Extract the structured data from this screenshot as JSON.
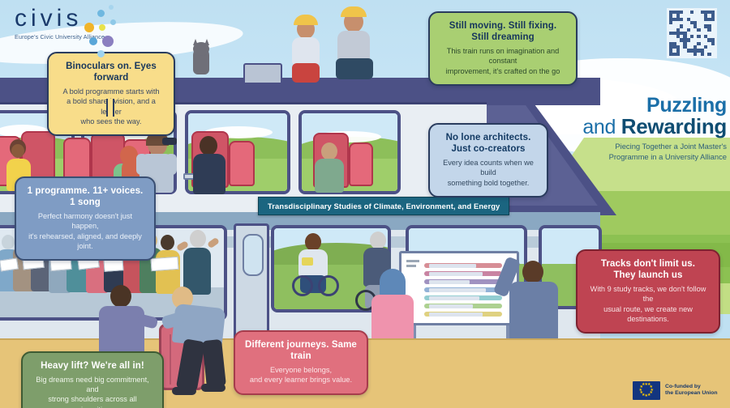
{
  "brand": {
    "logo_word": "civis",
    "logo_tagline": "Europe's Civic University Alliance",
    "qr_name": "qr-code"
  },
  "headline": {
    "line1": "Puzzling",
    "line2_prefix": "and ",
    "line2_bold": "Rewarding",
    "subtitle_line1": "Piecing Together a Joint Master's",
    "subtitle_line2": "Programme in a University Alliance"
  },
  "banner": {
    "text": "Transdisciplinary Studies of Climate, Environment, and Energy"
  },
  "callouts": [
    {
      "id": "binoculars",
      "color": "#f8dd8a",
      "title": "Binoculars on. Eyes forward",
      "body_line1": "A bold programme starts with",
      "body_line2": "a bold shared vision, and a leader",
      "body_line3": "who sees the way."
    },
    {
      "id": "still-moving",
      "color": "#a9cf72",
      "title_line1": "Still moving. Still fixing.",
      "title_line2": "Still dreaming",
      "body_line1": "This train runs on imagination and constant",
      "body_line2": "improvement, it's crafted on the go"
    },
    {
      "id": "no-lone-architects",
      "color": "#c3d6ea",
      "title_line1": "No lone architects.",
      "title_line2": "Just co-creators",
      "body_line1": "Every idea counts when we build",
      "body_line2": "something bold together."
    },
    {
      "id": "one-programme",
      "color": "#7f9cc4",
      "title": "1 programme. 11+ voices. 1 song",
      "body_line1": "Perfect harmony doesn't just happen,",
      "body_line2": "it's rehearsed, aligned, and deeply joint."
    },
    {
      "id": "tracks",
      "color": "#bf4452",
      "title_line1": "Tracks don't limit us.",
      "title_line2": "They launch us",
      "body_line1": "With 9 study tracks, we don't follow the",
      "body_line2": "usual route, we create new destinations."
    },
    {
      "id": "different-journeys",
      "color": "#e0707e",
      "title": "Different journeys. Same train",
      "body_line1": "Everyone belongs,",
      "body_line2": "and every learner brings value."
    },
    {
      "id": "heavy-lift",
      "color": "#7e9e6b",
      "title": "Heavy lift? We're all in!",
      "body_line1": "Big dreams need big commitment, and",
      "body_line2": "strong shoulders across all universities."
    }
  ],
  "funding": {
    "line1": "Co-funded by",
    "line2": "the European Union"
  },
  "palette": {
    "sky": "#bfe0f2",
    "train_dark": "#4c5186",
    "grass": "#8cc152",
    "platform": "#e6c478",
    "seat_red": "#e4697a",
    "brand_blue": "#1a3a6b",
    "title_blue": "#1b6fa8"
  }
}
